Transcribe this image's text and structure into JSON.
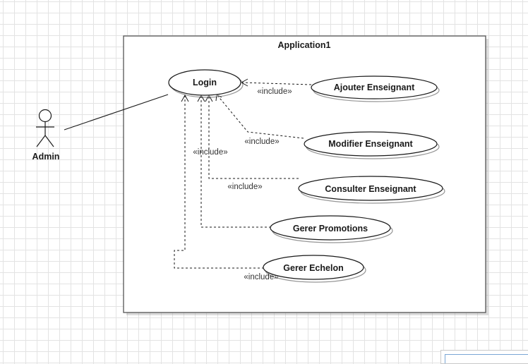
{
  "system": {
    "title": "Application1"
  },
  "actor": {
    "name": "Admin"
  },
  "use_cases": {
    "login": "Login",
    "ajouter": "Ajouter Enseignant",
    "modifier": "Modifier Enseignant",
    "consulter": "Consulter Enseignant",
    "promotions": "Gerer Promotions",
    "echelon": "Gerer Echelon"
  },
  "relations": {
    "include_ajouter": "«include»",
    "include_modifier": "«include»",
    "include_consulter": "«include»",
    "include_promotions": "«include»",
    "include_echelon": "«include»"
  }
}
